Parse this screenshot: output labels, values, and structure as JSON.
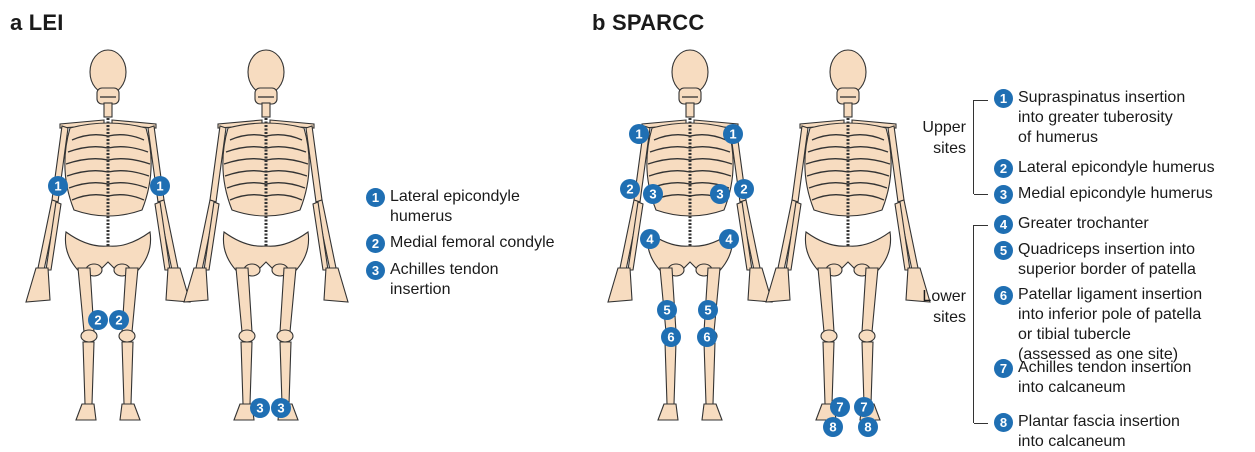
{
  "panels": {
    "a": {
      "title": "a LEI"
    },
    "b": {
      "title": "b SPARCC"
    }
  },
  "colors": {
    "marker": "#1f6fb3",
    "bone": "#f7dcc0",
    "outline": "#333333"
  },
  "lei": {
    "legend": [
      {
        "num": "1",
        "text": "Lateral epicondyle\nhumerus"
      },
      {
        "num": "2",
        "text": "Medial femoral condyle"
      },
      {
        "num": "3",
        "text": "Achilles tendon\ninsertion"
      }
    ]
  },
  "sparcc": {
    "upper_label": "Upper\nsites",
    "lower_label": "Lower\nsites",
    "legend": [
      {
        "num": "1",
        "text": "Supraspinatus insertion\ninto greater tuberosity\nof humerus"
      },
      {
        "num": "2",
        "text": "Lateral epicondyle humerus"
      },
      {
        "num": "3",
        "text": "Medial epicondyle humerus"
      },
      {
        "num": "4",
        "text": "Greater trochanter"
      },
      {
        "num": "5",
        "text": "Quadriceps insertion into\nsuperior border of patella"
      },
      {
        "num": "6",
        "text": "Patellar ligament insertion\ninto inferior pole of patella\nor tibial tubercle\n(assessed as one site)"
      },
      {
        "num": "7",
        "text": "Achilles tendon insertion\ninto calcaneum"
      },
      {
        "num": "8",
        "text": "Plantar fascia insertion\ninto calcaneum"
      }
    ]
  },
  "markers": {
    "lei_front": [
      "1",
      "1",
      "2",
      "2"
    ],
    "lei_back": [
      "3",
      "3"
    ],
    "sparcc_front": [
      "1",
      "1",
      "2",
      "3",
      "3",
      "2",
      "4",
      "4",
      "5",
      "5",
      "6",
      "6"
    ],
    "sparcc_back": [
      "7",
      "7",
      "8",
      "8"
    ]
  }
}
